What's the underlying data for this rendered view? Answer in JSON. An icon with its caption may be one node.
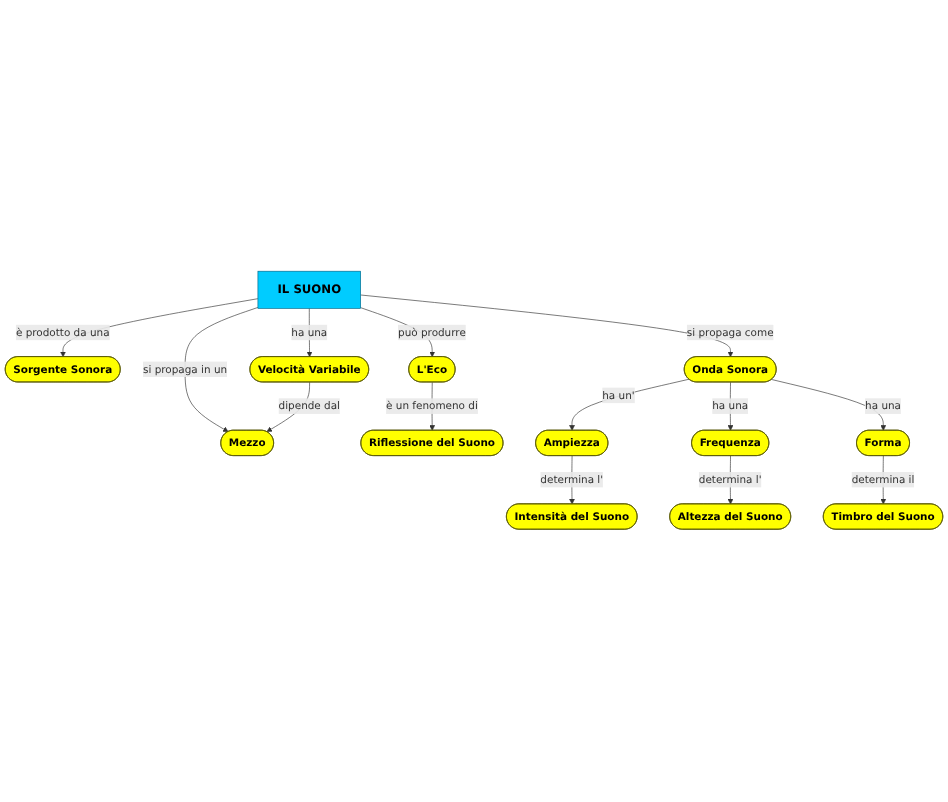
{
  "diagram": {
    "nodes": [
      {
        "text": [
          "IL SUONO"
        ]
      },
      {
        "text": [
          "Mezzo"
        ]
      },
      {
        "text": [
          "Sorgente Sonora"
        ]
      },
      {
        "text": [
          "Riflessione del Suono"
        ]
      },
      {
        "text": [
          "Velocità Variabile"
        ]
      },
      {
        "text": [
          "L'Eco"
        ]
      },
      {
        "text": [
          "Onda Sonora"
        ]
      },
      {
        "text": [
          "Ampiezza"
        ]
      },
      {
        "text": [
          "Frequenza"
        ]
      },
      {
        "text": [
          "Forma"
        ]
      },
      {
        "text": [
          "Intensità del Suono"
        ]
      },
      {
        "text": [
          "Altezza del Suono"
        ]
      },
      {
        "text": [
          "Timbro del Suono"
        ]
      }
    ],
    "edges": [
      {
        "from": 0,
        "to": 1,
        "arrow": "to",
        "label": "si propaga in un"
      },
      {
        "from": 0,
        "to": 2,
        "arrow": "to",
        "label": "è prodotto da una"
      },
      {
        "from": 0,
        "to": 4,
        "arrow": "to",
        "label": "ha una"
      },
      {
        "from": 0,
        "to": 5,
        "arrow": "to",
        "label": "può produrre"
      },
      {
        "from": 5,
        "to": 3,
        "arrow": "to",
        "label": "è un fenomeno di"
      },
      {
        "from": 4,
        "to": 1,
        "arrow": "to",
        "label": "dipende dal"
      },
      {
        "from": 0,
        "to": 6,
        "arrow": "to",
        "label": "si propaga come"
      },
      {
        "from": 6,
        "to": 7,
        "arrow": "to",
        "label": "ha un'"
      },
      {
        "from": 6,
        "to": 8,
        "arrow": "to",
        "label": "ha una"
      },
      {
        "from": 6,
        "to": 9,
        "arrow": "to",
        "label": "ha una"
      },
      {
        "from": 7,
        "to": 10,
        "arrow": "to",
        "label": "determina l'"
      },
      {
        "from": 8,
        "to": 11,
        "arrow": "to",
        "label": "determina l'"
      },
      {
        "from": 9,
        "to": 12,
        "arrow": "to",
        "label": "determina il"
      }
    ]
  }
}
